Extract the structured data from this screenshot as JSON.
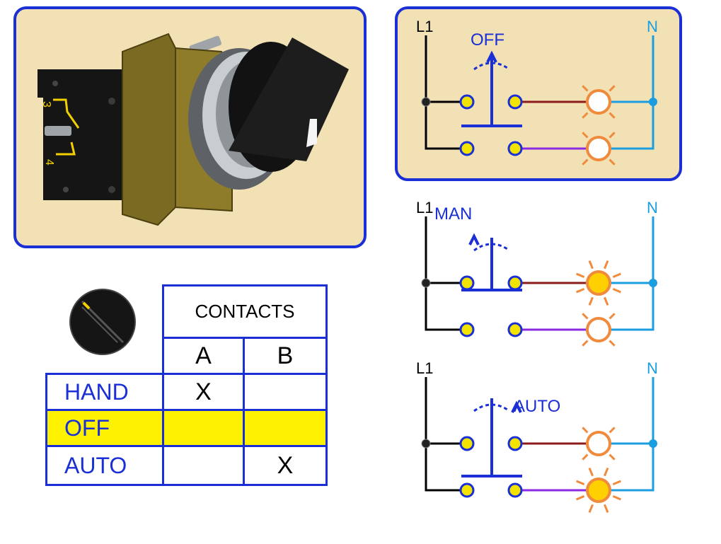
{
  "photo": {
    "terminal_top": "3",
    "terminal_bottom": "4"
  },
  "diagrams": [
    {
      "id": "off",
      "position_label": "OFF",
      "line_label": "L1",
      "neutral_label": "N",
      "lamp_a_on": false,
      "lamp_b_on": false
    },
    {
      "id": "man",
      "position_label": "MAN",
      "line_label": "L1",
      "neutral_label": "N",
      "lamp_a_on": true,
      "lamp_b_on": false
    },
    {
      "id": "auto",
      "position_label": "AUTO",
      "line_label": "L1",
      "neutral_label": "N",
      "lamp_a_on": false,
      "lamp_b_on": true
    }
  ],
  "table": {
    "header": "CONTACTS",
    "columns": [
      "A",
      "B"
    ],
    "rows": [
      {
        "label": "HAND",
        "a": "X",
        "b": "",
        "highlight": false
      },
      {
        "label": "OFF",
        "a": "",
        "b": "",
        "highlight": true
      },
      {
        "label": "AUTO",
        "a": "",
        "b": "X",
        "highlight": false
      }
    ]
  },
  "colors": {
    "panel_bg": "#f1e1b4",
    "border_blue": "#1a2fd6",
    "highlight_yellow": "#fff200",
    "wire_red": "#8b1a1a",
    "wire_purple": "#8a2be2",
    "wire_cyan": "#1a9ee0",
    "lamp_orange": "#f08a3c"
  }
}
